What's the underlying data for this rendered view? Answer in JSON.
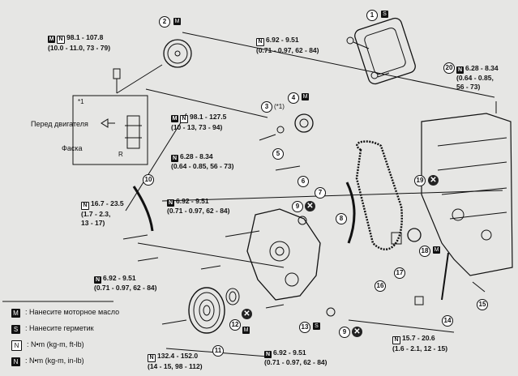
{
  "callouts": {
    "c1": "1",
    "c2": "2",
    "c3": "3",
    "c4": "4",
    "c5": "5",
    "c6": "6",
    "c7": "7",
    "c8": "8",
    "c9": "9",
    "c10": "10",
    "c11": "11",
    "c12": "12",
    "c13": "13",
    "c14": "14",
    "c15": "15",
    "c16": "16",
    "c17": "17",
    "c18": "18",
    "c19": "19",
    "c20": "20"
  },
  "torques": {
    "t_top_left": "98.1 - 107.8\n(10.0 - 11.0, 73 - 79)",
    "t_top_center": "6.92 - 9.51\n(0.71 - 0.97, 62 - 84)",
    "t_top_right": "6.28 - 8.34\n(0.64 - 0.85,\n56 - 73)",
    "t_mid_1": "98.1 - 127.5\n(10 - 13, 73 - 94)",
    "t_mid_2": "6.28 - 8.34\n(0.64 - 0.85, 56 - 73)",
    "t_left_1": "16.7 - 23.5\n(1.7 - 2.3,\n13 - 17)",
    "t_mid_3": "6.92 - 9.51\n(0.71 - 0.97, 62 - 84)",
    "t_left_2": "6.92 - 9.51\n(0.71 - 0.97, 62 - 84)",
    "t_bottom_left": "132.4 - 152.0\n(14 - 15, 98 - 112)",
    "t_bottom_mid": "6.92 - 9.51\n(0.71 - 0.97, 62 - 84)",
    "t_bottom_right": "15.7 - 20.6\n(1.6 - 2.1, 12 - 15)"
  },
  "inset": {
    "note": "*1",
    "front_label": "Перед двигателя",
    "chamfer_label": "Фаска",
    "r_label": "R"
  },
  "marks": {
    "star1": "(*1)"
  },
  "legend": [
    {
      "icon": "oil-can-icon",
      "symbol": "M",
      "text": ": Нанесите моторное масло"
    },
    {
      "icon": "sealant-icon",
      "symbol": "S",
      "text": ": Нанесите герметик"
    },
    {
      "icon": "torque-wrench-white-icon",
      "symbol": "N",
      "text": ": N•m (kg-m, ft-lb)"
    },
    {
      "icon": "torque-wrench-black-icon",
      "symbol": "N",
      "text": ": N•m (kg-m, in-lb)"
    }
  ],
  "colors": {
    "background": "#e6e6e4",
    "ink": "#111111"
  }
}
